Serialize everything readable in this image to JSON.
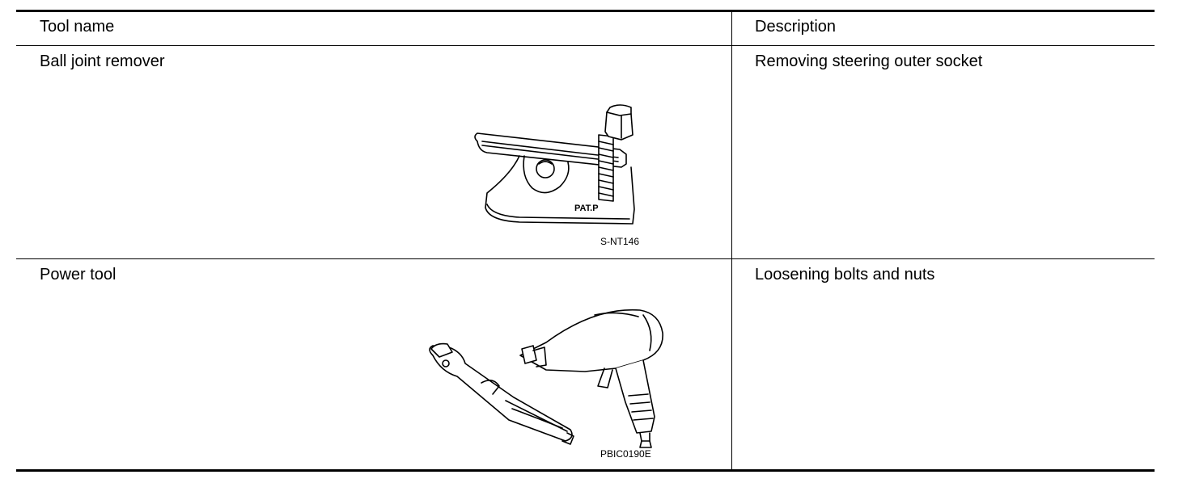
{
  "table": {
    "headers": {
      "tool_name": "Tool name",
      "description": "Description"
    },
    "rows": [
      {
        "tool_name": "Ball joint remover",
        "description": "Removing steering outer socket",
        "figure": {
          "code": "S-NT146",
          "stamp": "PAT.P",
          "icon": "ball-joint-remover-icon"
        }
      },
      {
        "tool_name": "Power tool",
        "description": "Loosening bolts and nuts",
        "figure": {
          "code": "PBIC0190E",
          "icon": "power-tool-icon"
        }
      }
    ]
  }
}
